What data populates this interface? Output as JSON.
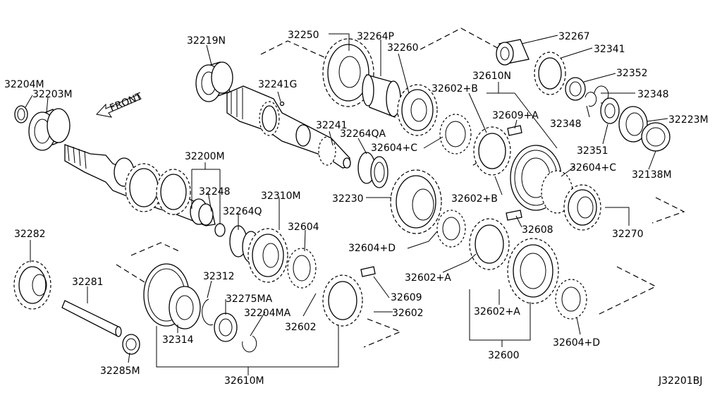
{
  "diagram": {
    "front_label": "FRONT",
    "figure_code": "J32201BJ",
    "parts": {
      "p32250": "32250",
      "p32264P": "32264P",
      "p32260": "32260",
      "p32267": "32267",
      "p32341": "32341",
      "p32352": "32352",
      "p32348a": "32348",
      "p32348b": "32348",
      "p32219N": "32219N",
      "p32241G": "32241G",
      "p32610N": "32610N",
      "p32602B1": "32602+B",
      "p32609A": "32609+A",
      "p32223M": "32223M",
      "p32351": "32351",
      "p32204M": "32204M",
      "p32203M": "32203M",
      "p32241": "32241",
      "p32264QA": "32264QA",
      "p32604C1": "32604+C",
      "p32138M": "32138M",
      "p32200M": "32200M",
      "p32604C2": "32604+C",
      "p32248": "32248",
      "p32230": "32230",
      "p32602B2": "32602+B",
      "p32310M": "32310M",
      "p32264Q": "32264Q",
      "p32270": "32270",
      "p32282": "32282",
      "p32604": "32604",
      "p32608": "32608",
      "p32604D1": "32604+D",
      "p32602A1": "32602+A",
      "p32281": "32281",
      "p32312": "32312",
      "p32609": "32609",
      "p32275MA": "32275MA",
      "p32602a": "32602",
      "p32204MA": "32204MA",
      "p32602b": "32602",
      "p32602A2": "32602+A",
      "p32314": "32314",
      "p32604D2": "32604+D",
      "p32600": "32600",
      "p32285M": "32285M",
      "p32610M": "32610M"
    }
  }
}
